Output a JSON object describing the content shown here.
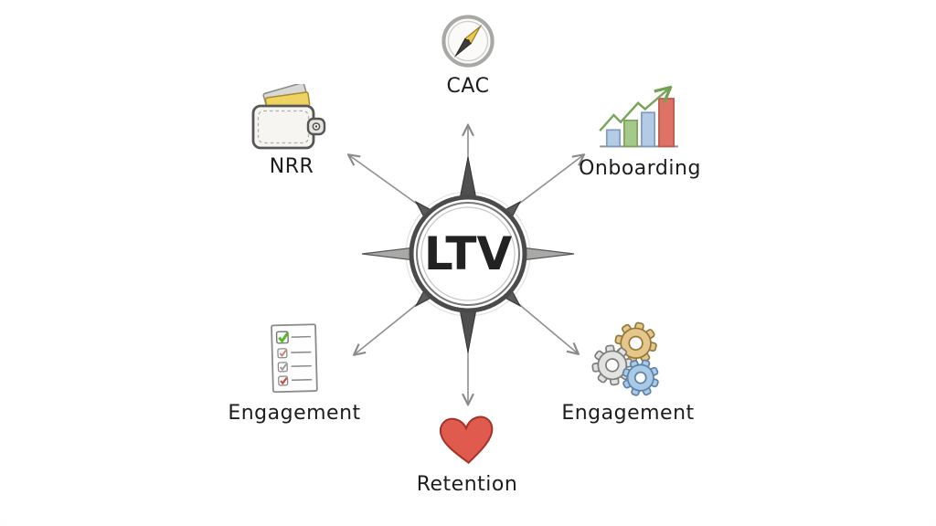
{
  "center": {
    "label": "LTV"
  },
  "nodes": [
    {
      "id": "cac",
      "label": "CAC",
      "icon": "compass-icon",
      "position": "top"
    },
    {
      "id": "nrr",
      "label": "NRR",
      "icon": "wallet-icon",
      "position": "top-left"
    },
    {
      "id": "onboarding",
      "label": "Onboarding",
      "icon": "growth-chart-icon",
      "position": "top-right"
    },
    {
      "id": "engagement-left",
      "label": "Engagement",
      "icon": "checklist-icon",
      "position": "bottom-left"
    },
    {
      "id": "retention",
      "label": "Retention",
      "icon": "heart-icon",
      "position": "bottom"
    },
    {
      "id": "engagement-right",
      "label": "Engagement",
      "icon": "gears-icon",
      "position": "bottom-right"
    }
  ],
  "colors": {
    "ink": "#2b2b2b",
    "arrow_gray": "#8f8f8f",
    "card_yellow": "#eed262",
    "card_gray": "#d8d8d6",
    "bar_blue": "#b3cbe4",
    "bar_green": "#a4c98a",
    "bar_red": "#de7265",
    "trend_green": "#7ba45c",
    "check_green": "#56b82c",
    "check_pink": "#cc8078",
    "check_gray": "#9a9a9a",
    "check_red": "#c34a3c",
    "heart_red": "#e05a4e",
    "heart_outline": "#a33227",
    "gear_tan": "#e5c78b",
    "gear_gray": "#e2e2e0",
    "gear_blue": "#a9c9e5",
    "needle_yellow": "#eec94f"
  }
}
